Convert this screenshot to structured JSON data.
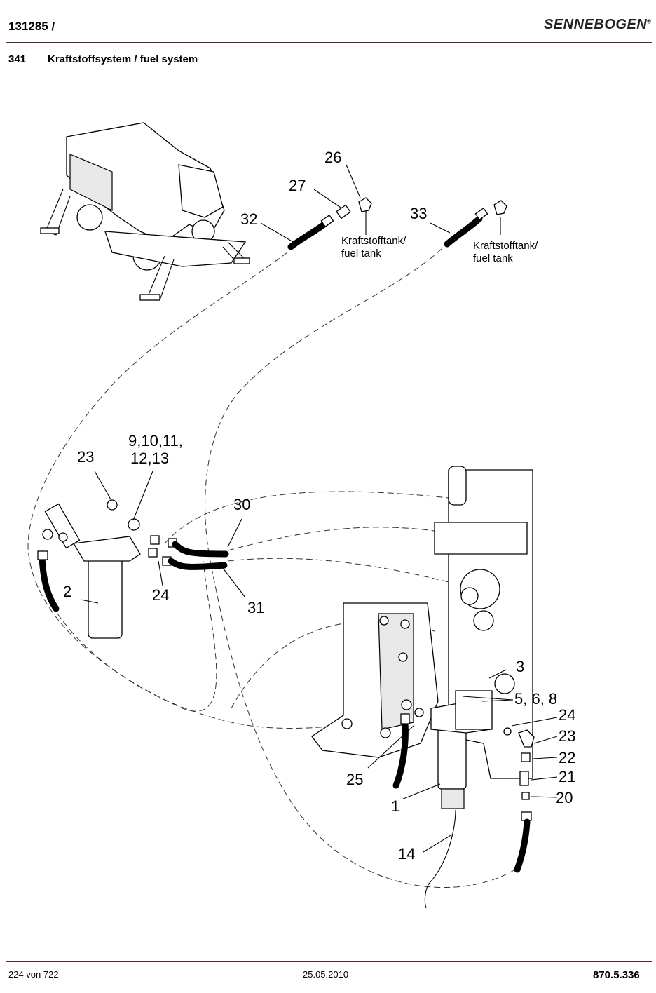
{
  "header": {
    "doc_number": "131285 /",
    "brand": "SENNEBOGEN",
    "section_number": "341",
    "section_title": "Kraftstoffsystem / fuel system"
  },
  "callouts": {
    "c26": "26",
    "c27": "27",
    "c32": "32",
    "c33": "33",
    "c9_line1": "9,10,11,",
    "c9_line2": "12,13",
    "c23a": "23",
    "c30": "30",
    "c2": "2",
    "c24a": "24",
    "c31": "31",
    "c3": "3",
    "c5": "5, 6, 8",
    "c24b": "24",
    "c23b": "23",
    "c22": "22",
    "c21": "21",
    "c20": "20",
    "c25": "25",
    "c1": "1",
    "c14": "14"
  },
  "notes": {
    "tank1_line1": "Kraftstofftank/",
    "tank1_line2": "fuel tank",
    "tank2_line1": "Kraftstofftank/",
    "tank2_line2": "fuel tank"
  },
  "footer": {
    "page": "224 von 722",
    "date": "25.05.2010",
    "doc_id": "870.5.336"
  }
}
